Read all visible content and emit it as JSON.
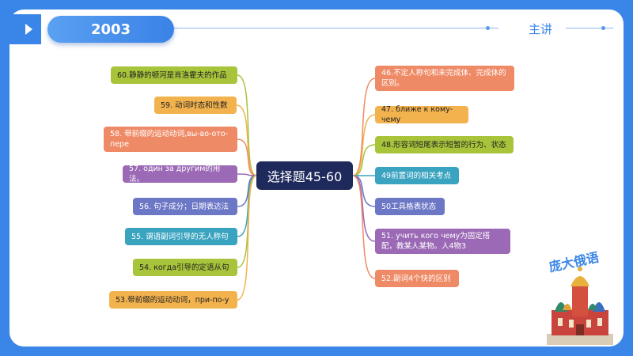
{
  "header": {
    "year": "2003",
    "speaker_label": "主讲"
  },
  "brand": {
    "text": "庞大俄语"
  },
  "mindmap": {
    "center": "选择题45-60",
    "left": [
      {
        "text": "60.静静的顿河是肖洛霍夫的作品",
        "color": "#a7c43a"
      },
      {
        "text": "59. 动词时态和性数",
        "color": "#f2b24e"
      },
      {
        "text": "58. 带前缀的运动动词,вы-во-ото-пере",
        "color": "#ef8a66"
      },
      {
        "text": "57. один за другим的用法。",
        "color": "#9b69b5"
      },
      {
        "text": "56. 句子成分；日期表达法",
        "color": "#6c77c6"
      },
      {
        "text": "55. 谓语副词引导的无人称句",
        "color": "#3aa3c0"
      },
      {
        "text": "54. когда引导的定语从句",
        "color": "#a7c43a"
      },
      {
        "text": "53.带前缀的运动动词，при-по-у",
        "color": "#f2b24e"
      }
    ],
    "right": [
      {
        "text": "46.不定人称句和未完成体、完成体的区别。",
        "color": "#ef8a66"
      },
      {
        "text": "47. ближе к кому-чему",
        "color": "#f2b24e"
      },
      {
        "text": "48.形容词短尾表示短暂的行为、状态",
        "color": "#a7c43a"
      },
      {
        "text": "49前置词的相关考点",
        "color": "#3aa3c0"
      },
      {
        "text": "50工具格表状态",
        "color": "#6c77c6"
      },
      {
        "text": "51. учить кого чему为固定搭配，教某人某物。人4物3",
        "color": "#9b69b5"
      },
      {
        "text": "52.副词4个快的区别",
        "color": "#ef8a66"
      }
    ]
  }
}
